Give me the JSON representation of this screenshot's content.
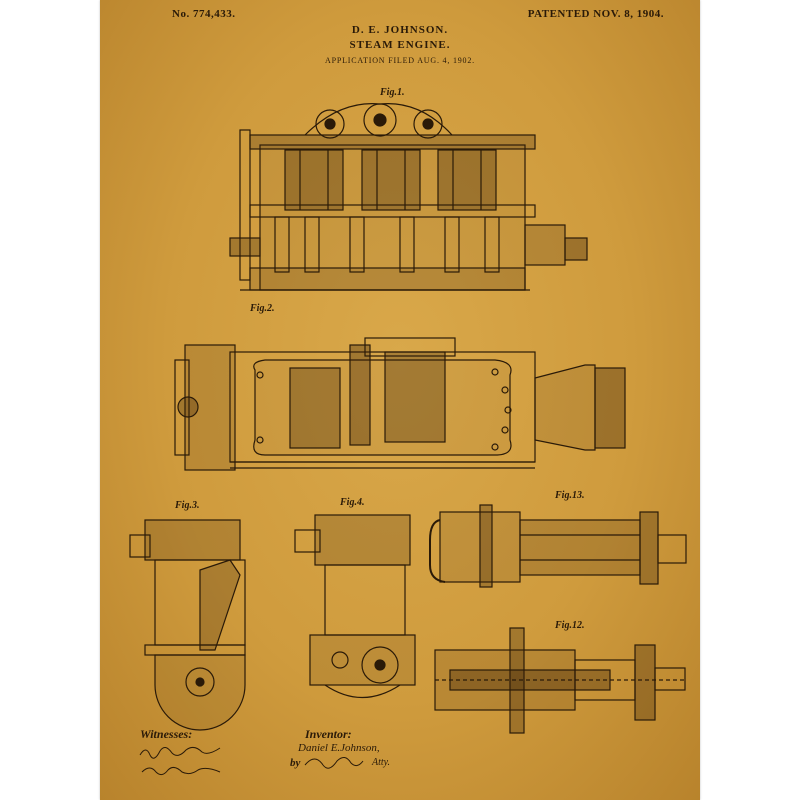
{
  "header": {
    "patent_number": "No. 774,433.",
    "patent_date": "PATENTED NOV. 8, 1904.",
    "inventor_title": "D. E. JOHNSON.",
    "invention": "STEAM ENGINE.",
    "application": "APPLICATION FILED AUG. 4, 1902."
  },
  "figures": {
    "fig1": "Fig.1.",
    "fig2": "Fig.2.",
    "fig3": "Fig.3.",
    "fig4": "Fig.4.",
    "fig13": "Fig.13.",
    "fig12": "Fig.12."
  },
  "footer": {
    "witnesses_label": "Witnesses:",
    "inventor_label": "Inventor:",
    "inventor_name": "Daniel E.Johnson,",
    "by_label": "by",
    "attorney_suffix": "Atty."
  },
  "colors": {
    "paper": "#cf9b3d",
    "ink": "#2a1a08"
  }
}
